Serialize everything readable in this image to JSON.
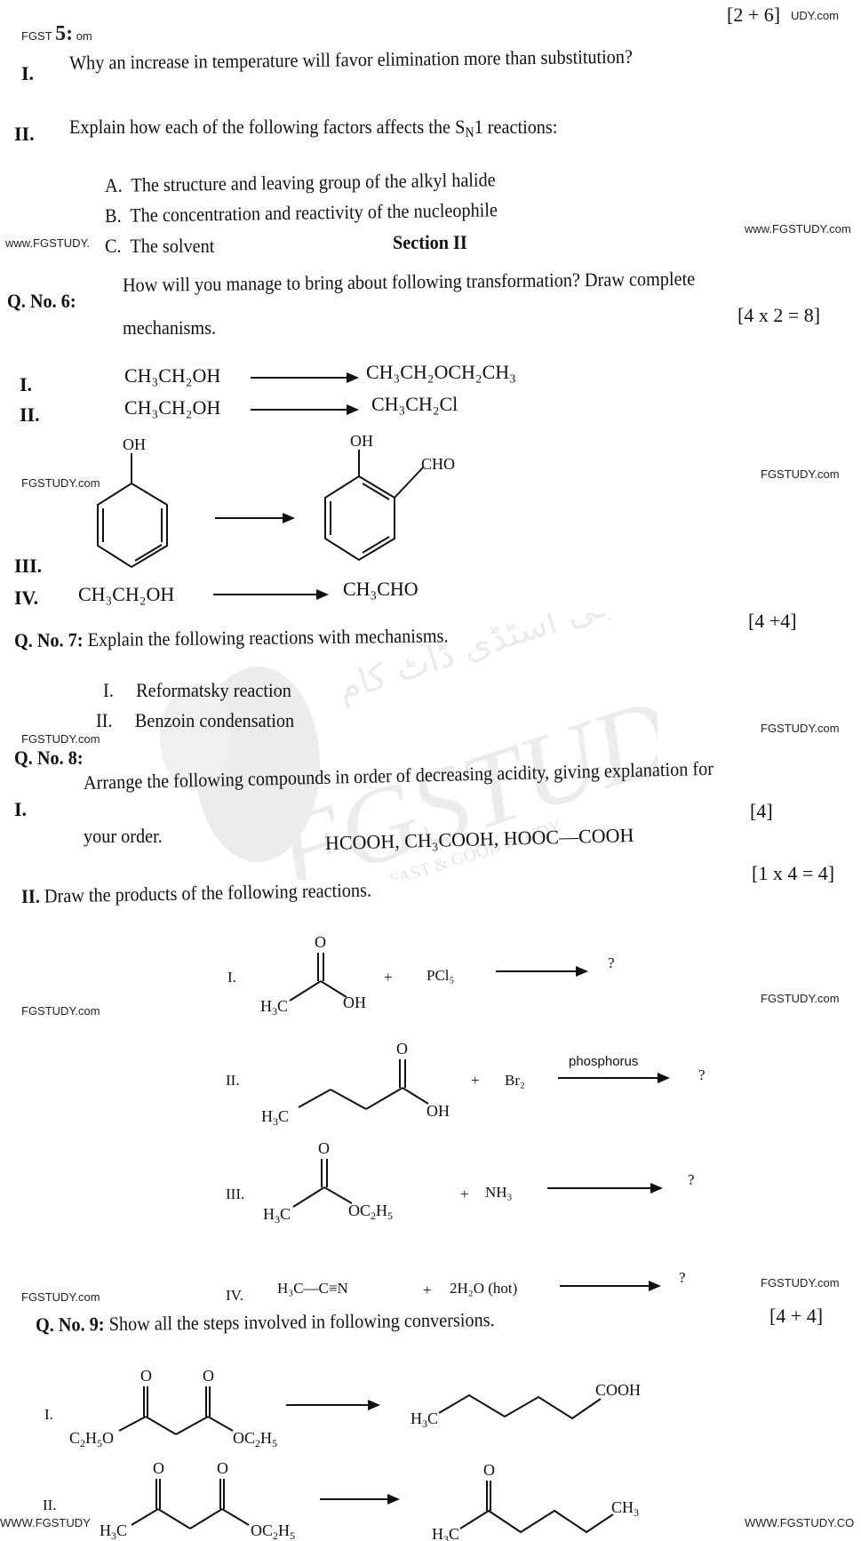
{
  "watermarks": {
    "top_left": "FGST",
    "top_left_suffix": "om",
    "top_right": "UDY.com",
    "left_1": "www.FGSTUDY.",
    "right_1": "www.FGSTUDY.com",
    "left_2": "FGSTUDY.com",
    "right_2": "FGSTUDY.com",
    "left_3": "FGSTUDY.com",
    "right_3": "FGSTUDY.com",
    "left_4": "FGSTUDY.com",
    "right_4": "FGSTUDY.com",
    "left_5": "FGSTUDY.com",
    "right_5": "FGSTUDY.com",
    "left_6": "WWW.FGSTUDY",
    "right_6": "WWW.FGSTUDY.CO",
    "center_logo": "FGSTUDY",
    "center_tagline": "FAST & GOOD STUDY",
    "center_urdu": "ایف جی اسٹڈی ڈاٹ کام"
  },
  "q5": {
    "number": "5:",
    "marks": "[2 + 6]",
    "parts": [
      {
        "label": "I.",
        "text": "Why an increase in temperature will favor elimination more than substitution?"
      },
      {
        "label": "II.",
        "text_before": "Explain how each of the following factors affects the S",
        "sub": "N",
        "text_after": "1 reactions:"
      }
    ],
    "factors": [
      {
        "label": "A.",
        "text": "The structure and leaving group of the alkyl halide"
      },
      {
        "label": "B.",
        "text": "The concentration and reactivity of the nucleophile"
      },
      {
        "label": "C.",
        "text": "The solvent"
      }
    ]
  },
  "section_title": "Section II",
  "q6": {
    "label": "Q. No. 6:",
    "text_line1": "How will you manage to bring about following transformation? Draw complete",
    "text_line2": "mechanisms.",
    "marks": "[4 x 2 = 8]",
    "items": [
      {
        "label": "I.",
        "reactant": "CH₃CH₂OH",
        "product": "CH₃CH₂OCH₂CH₃"
      },
      {
        "label": "II.",
        "reactant": "CH₃CH₂OH",
        "product": "CH₃CH₂Cl"
      },
      {
        "label": "III.",
        "reactant": "Phenol (OH on benzene)",
        "product": "Salicylaldehyde (OH, CHO ortho)",
        "reactant_sub": "OH",
        "product_sub1": "OH",
        "product_sub2": "CHO"
      },
      {
        "label": "IV.",
        "reactant": "CH₃CH₂OH",
        "product": "CH₃CHO"
      }
    ]
  },
  "q7": {
    "label": "Q. No. 7:",
    "text": "Explain the following reactions with mechanisms.",
    "marks": "[4 +4]",
    "items": [
      {
        "label": "I.",
        "text": "Reformatsky reaction"
      },
      {
        "label": "II.",
        "text": "Benzoin condensation"
      }
    ]
  },
  "q8": {
    "label": "Q. No. 8:",
    "part1": {
      "label": "I.",
      "text_line1": "Arrange the following compounds in order of decreasing acidity, giving explanation for",
      "text_line2": "your order.",
      "marks": "[4]",
      "compounds": "HCOOH, CH₃COOH, HOOC—COOH"
    },
    "part2": {
      "label": "II.",
      "text": "Draw the products of the following reactions.",
      "marks": "[1 x 4 = 4]",
      "reactions": [
        {
          "label": "I.",
          "reactant": "CH₃COOH (H₃C–C(=O)–OH)",
          "reagent": "PCl₅",
          "condition": "",
          "product": "?"
        },
        {
          "label": "II.",
          "reactant": "CH₃CH₂CH₂COOH",
          "reagent": "Br₂",
          "condition": "phosphorus",
          "product": "?"
        },
        {
          "label": "III.",
          "reactant": "CH₃COOC₂H₅",
          "reagent": "NH₃",
          "condition": "",
          "product": "?"
        },
        {
          "label": "IV.",
          "reactant": "H₃C—C≡N",
          "reagent": "2H₂O (hot)",
          "condition": "",
          "product": "?"
        }
      ]
    }
  },
  "q9": {
    "label": "Q. No. 9:",
    "text": "Show all the steps involved in following conversions.",
    "marks": "[4 + 4]",
    "items": [
      {
        "label": "I.",
        "reactant": "Diethyl malonate (C₂H₅O–CO–CH₂–CO–OC₂H₅)",
        "product": "Hexanoic acid (H₃C–(CH₂)₄–COOH)"
      },
      {
        "label": "II.",
        "reactant": "Ethyl acetoacetate (H₃C–CO–CH₂–CO–OC₂H₅)",
        "product": "2-Hexanone (H₃C–CO–(CH₂)₃–CH₃)"
      }
    ]
  }
}
